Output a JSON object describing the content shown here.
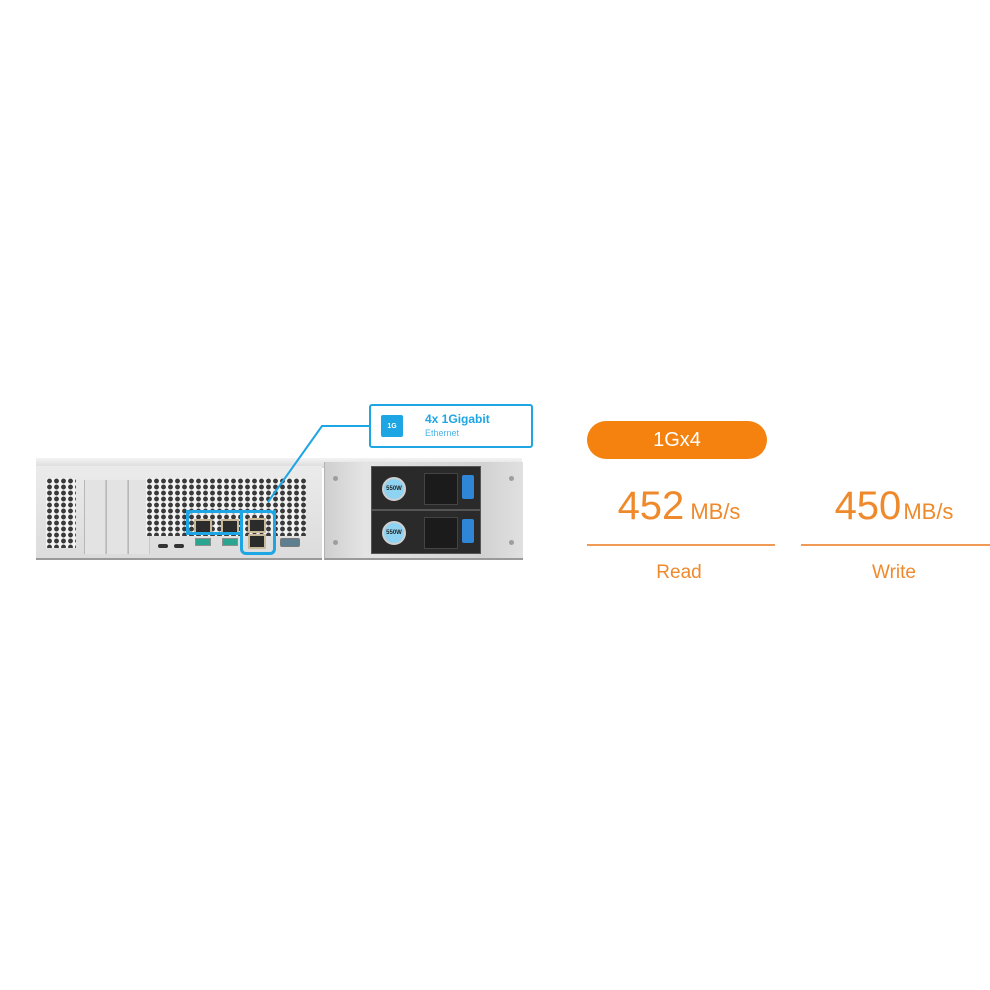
{
  "product_image": {
    "alt": "NAS rear panel with 4x 1GbE ports highlighted",
    "psu_labels": [
      "550W",
      "550W"
    ],
    "callout": {
      "icon": "ethernet-port-icon",
      "icon_text": "1G",
      "title": "4x 1Gigabit",
      "subtitle": "Ethernet"
    },
    "highlight_color": "#1da5e4"
  },
  "performance": {
    "badge": "1Gx4",
    "badge_color": "#f5820f",
    "text_color": "#ef8a2c",
    "read": {
      "value": "452",
      "unit": "MB/s",
      "label": "Read"
    },
    "write": {
      "value": "450",
      "unit": "MB/s",
      "label": "Write"
    }
  }
}
